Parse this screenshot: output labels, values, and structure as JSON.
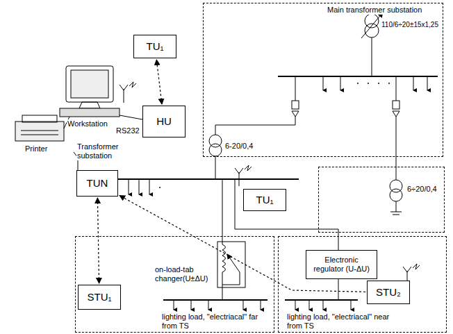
{
  "diagram": {
    "nodes": [
      {
        "text": [
          "Main transformer substation",
          "110/6÷20±15x1,25"
        ]
      },
      {
        "text": [
          "TU₁"
        ]
      },
      {
        "text": [
          "HU"
        ]
      },
      {
        "text": [
          "6÷20/0,4"
        ]
      },
      {
        "text": [
          "TU₁"
        ]
      },
      {
        "text": [
          "TUN"
        ]
      },
      {
        "text": [
          "on-load-tab changer(U±ΔU)",
          "lighting load, \"electriacal\" far from TS"
        ]
      },
      {
        "text": [
          "STU₁"
        ],
        "in": 6
      },
      {
        "text": [
          "lighting load, \"electriacal\" near from TS"
        ]
      },
      {
        "text": [
          "Electronic regulator (U-ΔU)"
        ],
        "in": 8
      },
      {
        "text": [
          "STU₂"
        ],
        "in": 8
      }
    ],
    "edges": [
      {
        "from": 2,
        "to": 1,
        "arrow": "both"
      },
      {
        "from": 5,
        "to": 7,
        "arrow": "both"
      },
      {
        "from": 10,
        "to": 5,
        "arrow": "to"
      }
    ],
    "labels": [
      "Workstation",
      "Printer",
      "RS232",
      "Transformer substation",
      "6-20/0,4"
    ]
  }
}
